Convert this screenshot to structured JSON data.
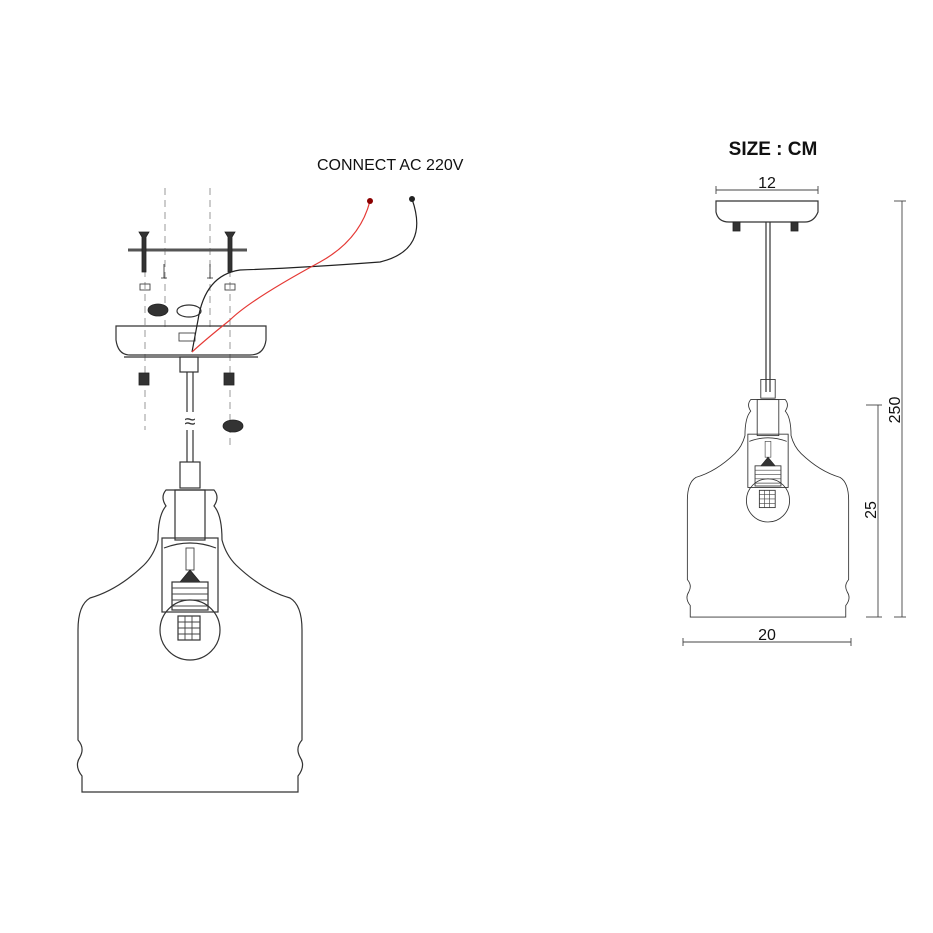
{
  "wiring": {
    "label": "CONNECT AC 220V",
    "break_symbol": "≈"
  },
  "dimensions": {
    "unit_title": "SIZE : CM",
    "canopy_width": "12",
    "total_height": "250",
    "shade_height": "25",
    "shade_width": "20"
  },
  "colors": {
    "live_wire": "#e53935",
    "neutral_wire": "#222222"
  }
}
